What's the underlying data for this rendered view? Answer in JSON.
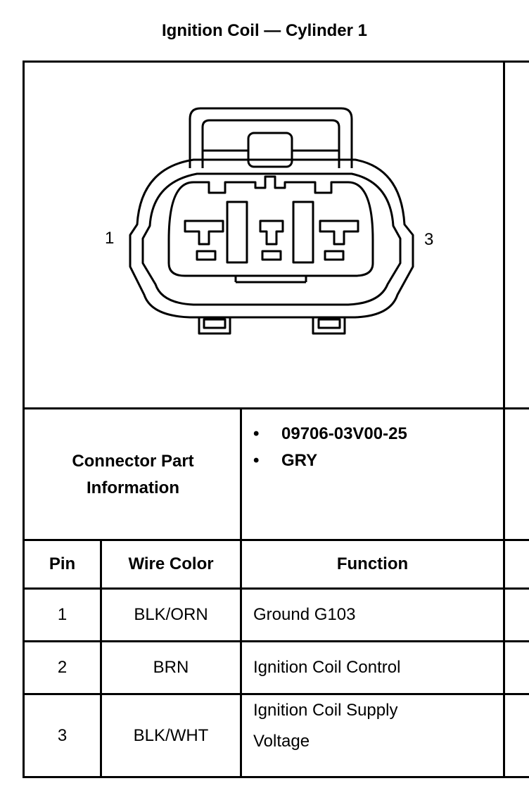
{
  "title": "Ignition Coil — Cylinder 1",
  "diagram": {
    "pin_left_label": "1",
    "pin_right_label": "3"
  },
  "connector_info": {
    "label_line1": "Connector Part",
    "label_line2": "Information",
    "items": [
      "09706-03V00-25",
      "GRY"
    ],
    "bullet": "•"
  },
  "table": {
    "headers": {
      "pin": "Pin",
      "wire_color": "Wire Color",
      "function": "Function"
    },
    "rows": [
      {
        "pin": "1",
        "wire_color": "BLK/ORN",
        "function_line1": "Ground G103",
        "function_line2": ""
      },
      {
        "pin": "2",
        "wire_color": "BRN",
        "function_line1": "Ignition Coil Control",
        "function_line2": ""
      },
      {
        "pin": "3",
        "wire_color": "BLK/WHT",
        "function_line1": "Ignition Coil Supply",
        "function_line2": "Voltage"
      }
    ]
  }
}
